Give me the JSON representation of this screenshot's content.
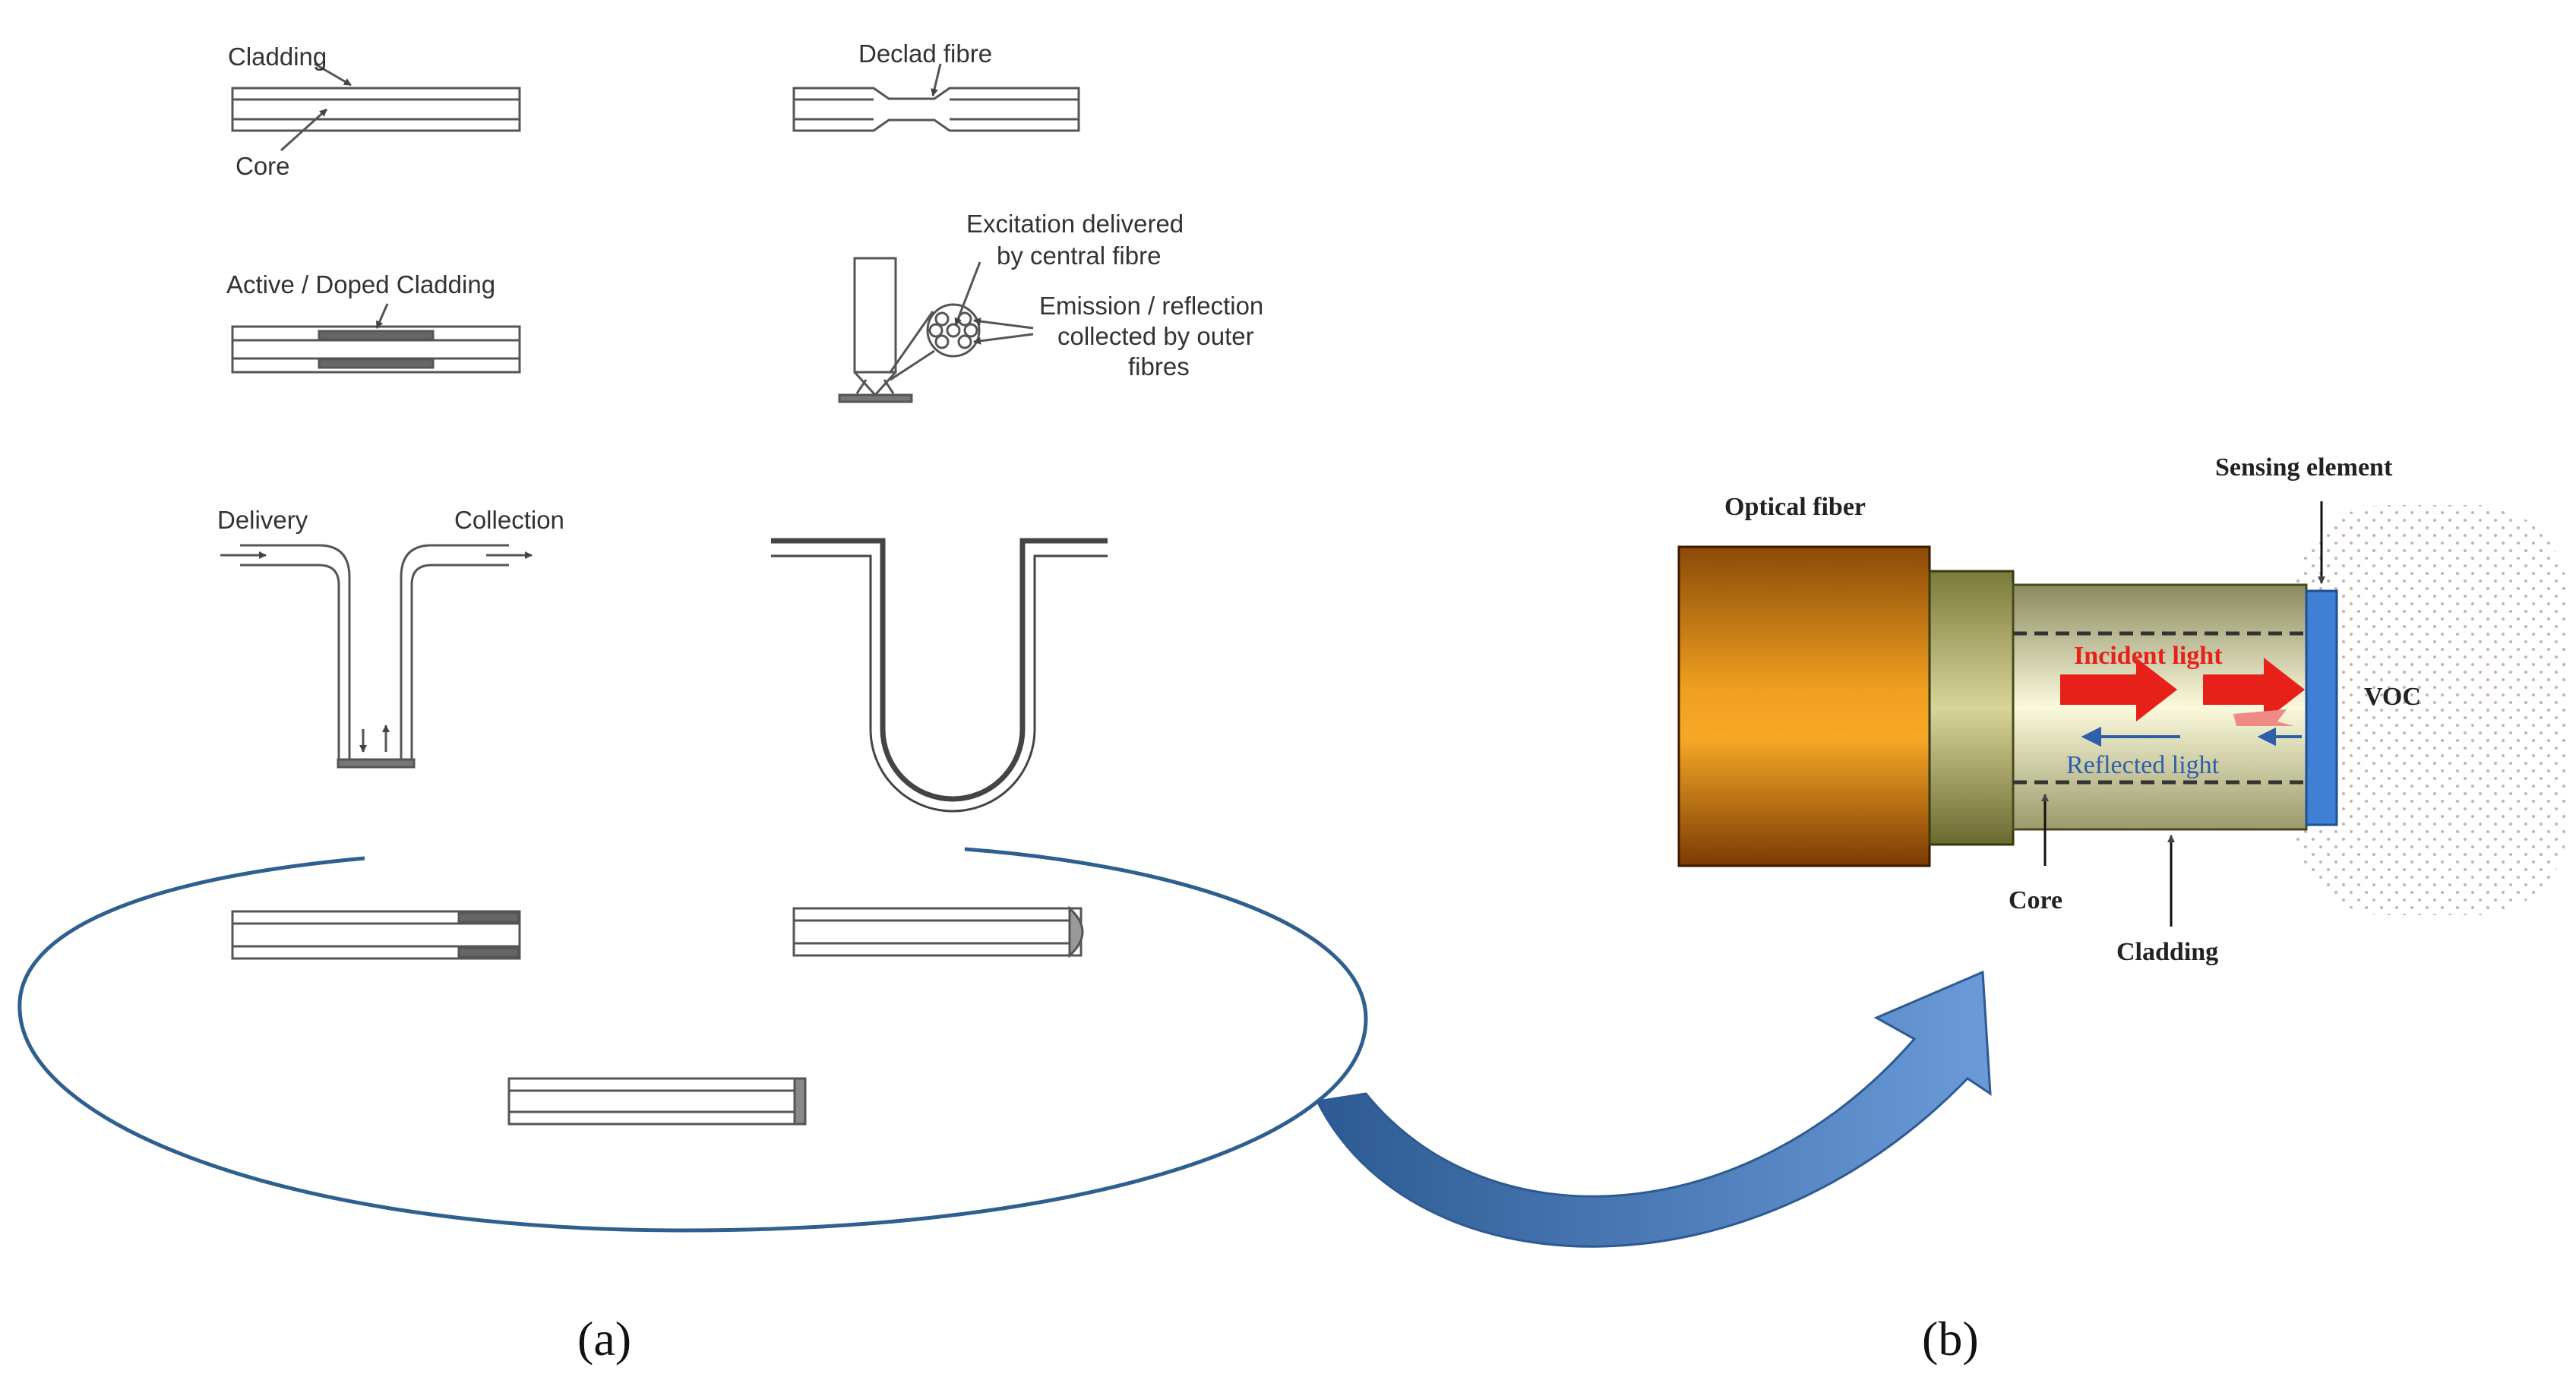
{
  "panel_a": {
    "subfigure_label": "(a)",
    "labels": {
      "cladding": "Cladding",
      "core": "Core",
      "declad": "Declad fibre",
      "active_doped": "Active / Doped Cladding",
      "excitation_line1": "Excitation delivered",
      "excitation_line2": "by central fibre",
      "emission_line1": "Emission / reflection",
      "emission_line2": "collected by outer",
      "emission_line3": "fibres",
      "delivery": "Delivery",
      "collection": "Collection"
    }
  },
  "panel_b": {
    "subfigure_label": "(b)",
    "labels": {
      "optical_fiber": "Optical fiber",
      "sensing_element": "Sensing element",
      "incident_light": "Incident light",
      "reflected_light": "Reflected light",
      "voc": "VOC",
      "core": "Core",
      "cladding": "Cladding"
    }
  },
  "colors": {
    "outline": "#555555",
    "incident_arrow": "#e8201a",
    "reflected_arrow": "#2f5fa8",
    "sensing_element": "#3f7fd4",
    "connector_arrow": "#3f6fb0",
    "ellipse": "#2f5f8f"
  }
}
